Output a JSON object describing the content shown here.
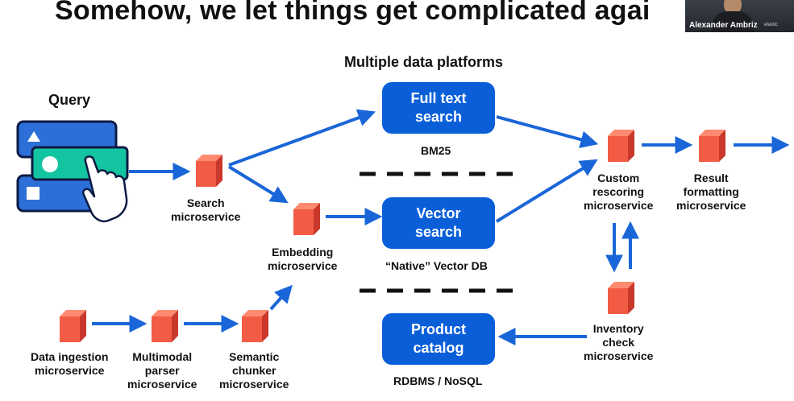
{
  "slide": {
    "title": "Somehow, we let things get complicated agai",
    "heading": "Multiple data platforms"
  },
  "webcam": {
    "name": "Alexander Ambriz",
    "logo": "elastic"
  },
  "colors": {
    "accent_blue": "#0a5fd9",
    "cube": "#f25c45",
    "arrow": "#1a66d8",
    "query_teal": "#13c4a0"
  },
  "query": {
    "label": "Query"
  },
  "platforms": [
    {
      "name": "Full text",
      "name2": "search",
      "caption": "BM25"
    },
    {
      "name": "Vector",
      "name2": "search",
      "caption": "“Native” Vector DB"
    },
    {
      "name": "Product",
      "name2": "catalog",
      "caption": "RDBMS / NoSQL"
    }
  ],
  "services": {
    "search": [
      "Search",
      "microservice"
    ],
    "embedding": [
      "Embedding",
      "microservice"
    ],
    "rescoring": [
      "Custom",
      "rescoring",
      "microservice"
    ],
    "result": [
      "Result",
      "formatting",
      "microservice"
    ],
    "inventory": [
      "Inventory",
      "check",
      "microservice"
    ],
    "ingestion": [
      "Data ingestion",
      "microservice"
    ],
    "parser": [
      "Multimodal",
      "parser",
      "microservice"
    ],
    "chunker": [
      "Semantic",
      "chunker",
      "microservice"
    ]
  },
  "icons": {
    "cube": "cube-icon",
    "query": "query-ui-icon",
    "hand": "pointing-hand-icon"
  }
}
